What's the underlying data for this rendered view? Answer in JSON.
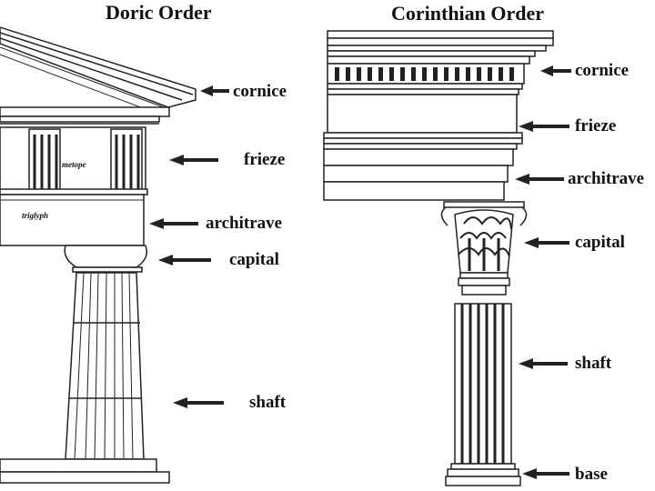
{
  "doric": {
    "title": "Doric Order",
    "labels": {
      "cornice": "cornice",
      "frieze": "frieze",
      "architrave": "architrave",
      "capital": "capital",
      "shaft": "shaft",
      "metope": "metope",
      "triglyph": "triglyph"
    }
  },
  "corinthian": {
    "title": "Corinthian Order",
    "labels": {
      "cornice": "cornice",
      "frieze": "frieze",
      "architrave": "architrave",
      "capital": "capital",
      "shaft": "shaft",
      "base": "base"
    }
  }
}
